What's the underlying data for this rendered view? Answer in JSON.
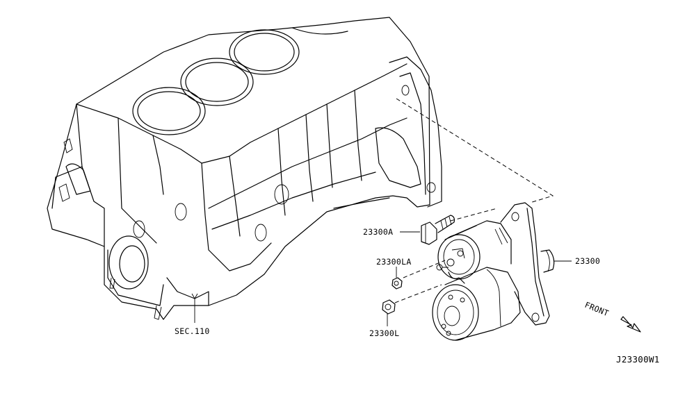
{
  "diagram": {
    "title": "Starter Motor Parts Diagram",
    "diagram_code": "J23300W1",
    "direction_label": "FRONT",
    "section_ref": "SEC.110",
    "callouts": [
      {
        "id": "starter-motor",
        "part_number": "23300"
      },
      {
        "id": "bolt",
        "part_number": "23300A"
      },
      {
        "id": "nut-small",
        "part_number": "23300LA"
      },
      {
        "id": "nut",
        "part_number": "23300L"
      }
    ],
    "components": [
      "engine-block",
      "starter-motor",
      "bolt",
      "nut-small",
      "nut"
    ],
    "colors": {
      "line": "#000000",
      "background": "#ffffff"
    }
  }
}
